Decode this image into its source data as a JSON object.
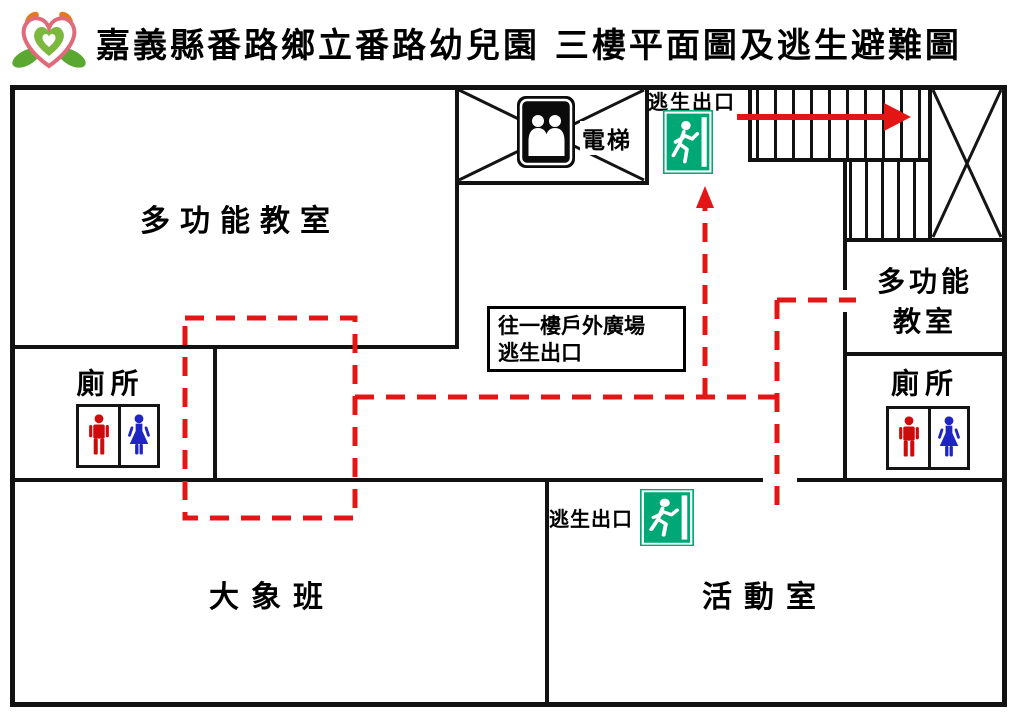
{
  "header": {
    "title": "嘉義縣番路鄉立番路幼兒園 三樓平面圖及逃生避難圖"
  },
  "rooms": {
    "multi_top_left": "多功能教室",
    "multi_right_l1": "多功能",
    "multi_right_l2": "教室",
    "toilet_left": "廁所",
    "toilet_right": "廁所",
    "elephant": "大象班",
    "activity": "活動室"
  },
  "labels": {
    "elevator": "電梯",
    "exit_top": "逃生出口",
    "exit_bottom": "逃生出口",
    "route_box_l1": "往一樓戶外廣場",
    "route_box_l2": "逃生出口"
  },
  "icons": {
    "logo": "heart-leaf-school-logo",
    "elevator": "elevator-two-people-icon",
    "exit_sign": "green-running-man-exit-icon",
    "toilet_male": "male-figure-icon",
    "toilet_female": "female-figure-icon"
  },
  "colors": {
    "route_red": "#e31515",
    "exit_green": "#00a875",
    "male_red": "#cf0a0a",
    "female_blue": "#1f24c4",
    "wall": "#121212"
  }
}
